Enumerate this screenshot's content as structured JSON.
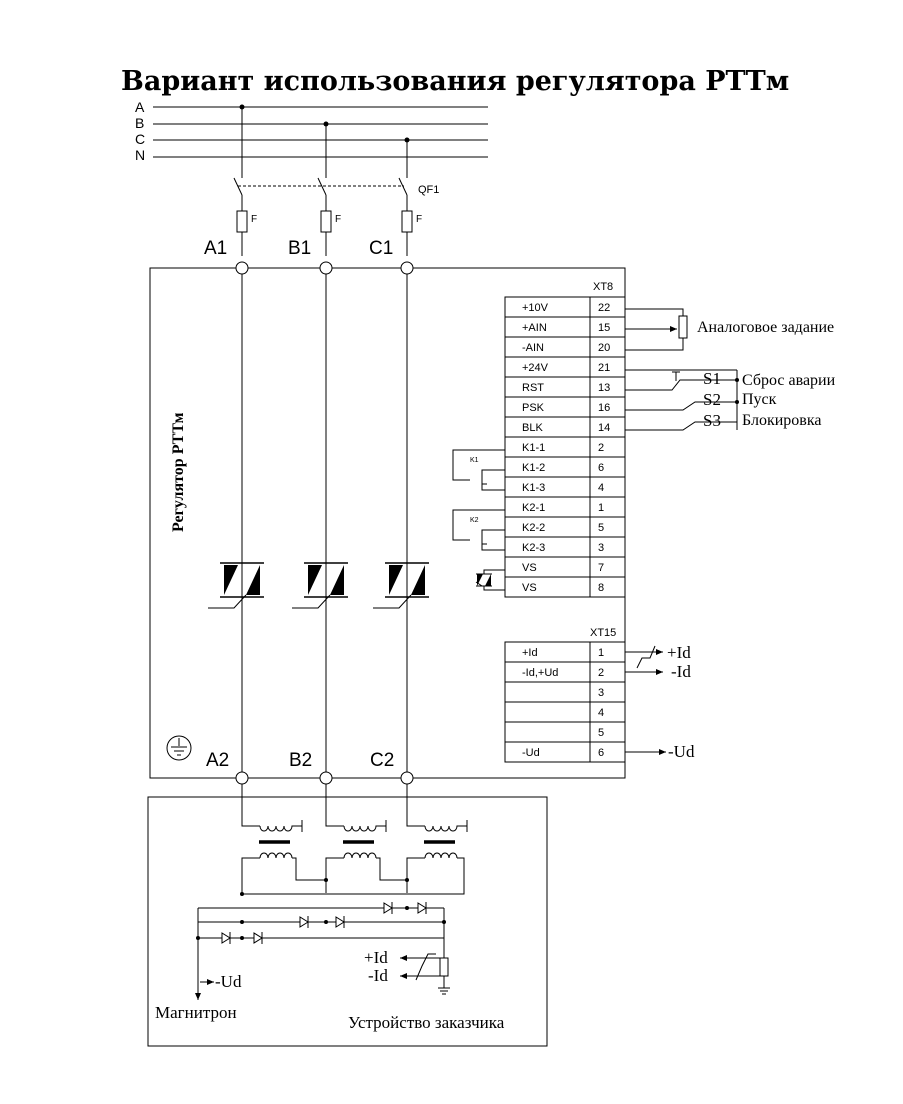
{
  "title": "Вариант использования регулятора РТТм",
  "phases": [
    "A",
    "B",
    "C",
    "N"
  ],
  "breaker": "QF1",
  "fuse_label": "F",
  "input_terminals": [
    "A1",
    "B1",
    "C1"
  ],
  "output_terminals": [
    "A2",
    "B2",
    "C2"
  ],
  "regulator_label": "Регулятор РТТм",
  "xt8": {
    "header": "XT8",
    "rows": [
      {
        "signal": "+10V",
        "pin": "22"
      },
      {
        "signal": "+AIN",
        "pin": "15"
      },
      {
        "signal": "-AIN",
        "pin": "20"
      },
      {
        "signal": "+24V",
        "pin": "21"
      },
      {
        "signal": "RST",
        "pin": "13"
      },
      {
        "signal": "PSK",
        "pin": "16"
      },
      {
        "signal": "BLK",
        "pin": "14"
      },
      {
        "signal": "K1-1",
        "pin": "2"
      },
      {
        "signal": "K1-2",
        "pin": "6"
      },
      {
        "signal": "K1-3",
        "pin": "4"
      },
      {
        "signal": "K2-1",
        "pin": "1"
      },
      {
        "signal": "K2-2",
        "pin": "5"
      },
      {
        "signal": "K2-3",
        "pin": "3"
      },
      {
        "signal": "VS",
        "pin": "7"
      },
      {
        "signal": "VS",
        "pin": "8"
      }
    ]
  },
  "xt15": {
    "header": "XT15",
    "rows": [
      {
        "signal": "+Id",
        "pin": "1"
      },
      {
        "signal": "-Id,+Ud",
        "pin": "2"
      },
      {
        "signal": "",
        "pin": "3"
      },
      {
        "signal": "",
        "pin": "4"
      },
      {
        "signal": "",
        "pin": "5"
      },
      {
        "signal": "-Ud",
        "pin": "6"
      }
    ]
  },
  "relay_labels": [
    "K1",
    "K2"
  ],
  "switches": [
    "S1",
    "S2",
    "S3"
  ],
  "annotations": {
    "analog_setpoint": "Аналоговое задание",
    "fault_reset": "Сброс аварии",
    "start": "Пуск",
    "lockout": "Блокировка",
    "plus_id": "+Id",
    "minus_id": "-Id",
    "minus_ud": "-Ud",
    "magnetron": "Магнитрон",
    "customer_device": "Устройство заказчика"
  }
}
